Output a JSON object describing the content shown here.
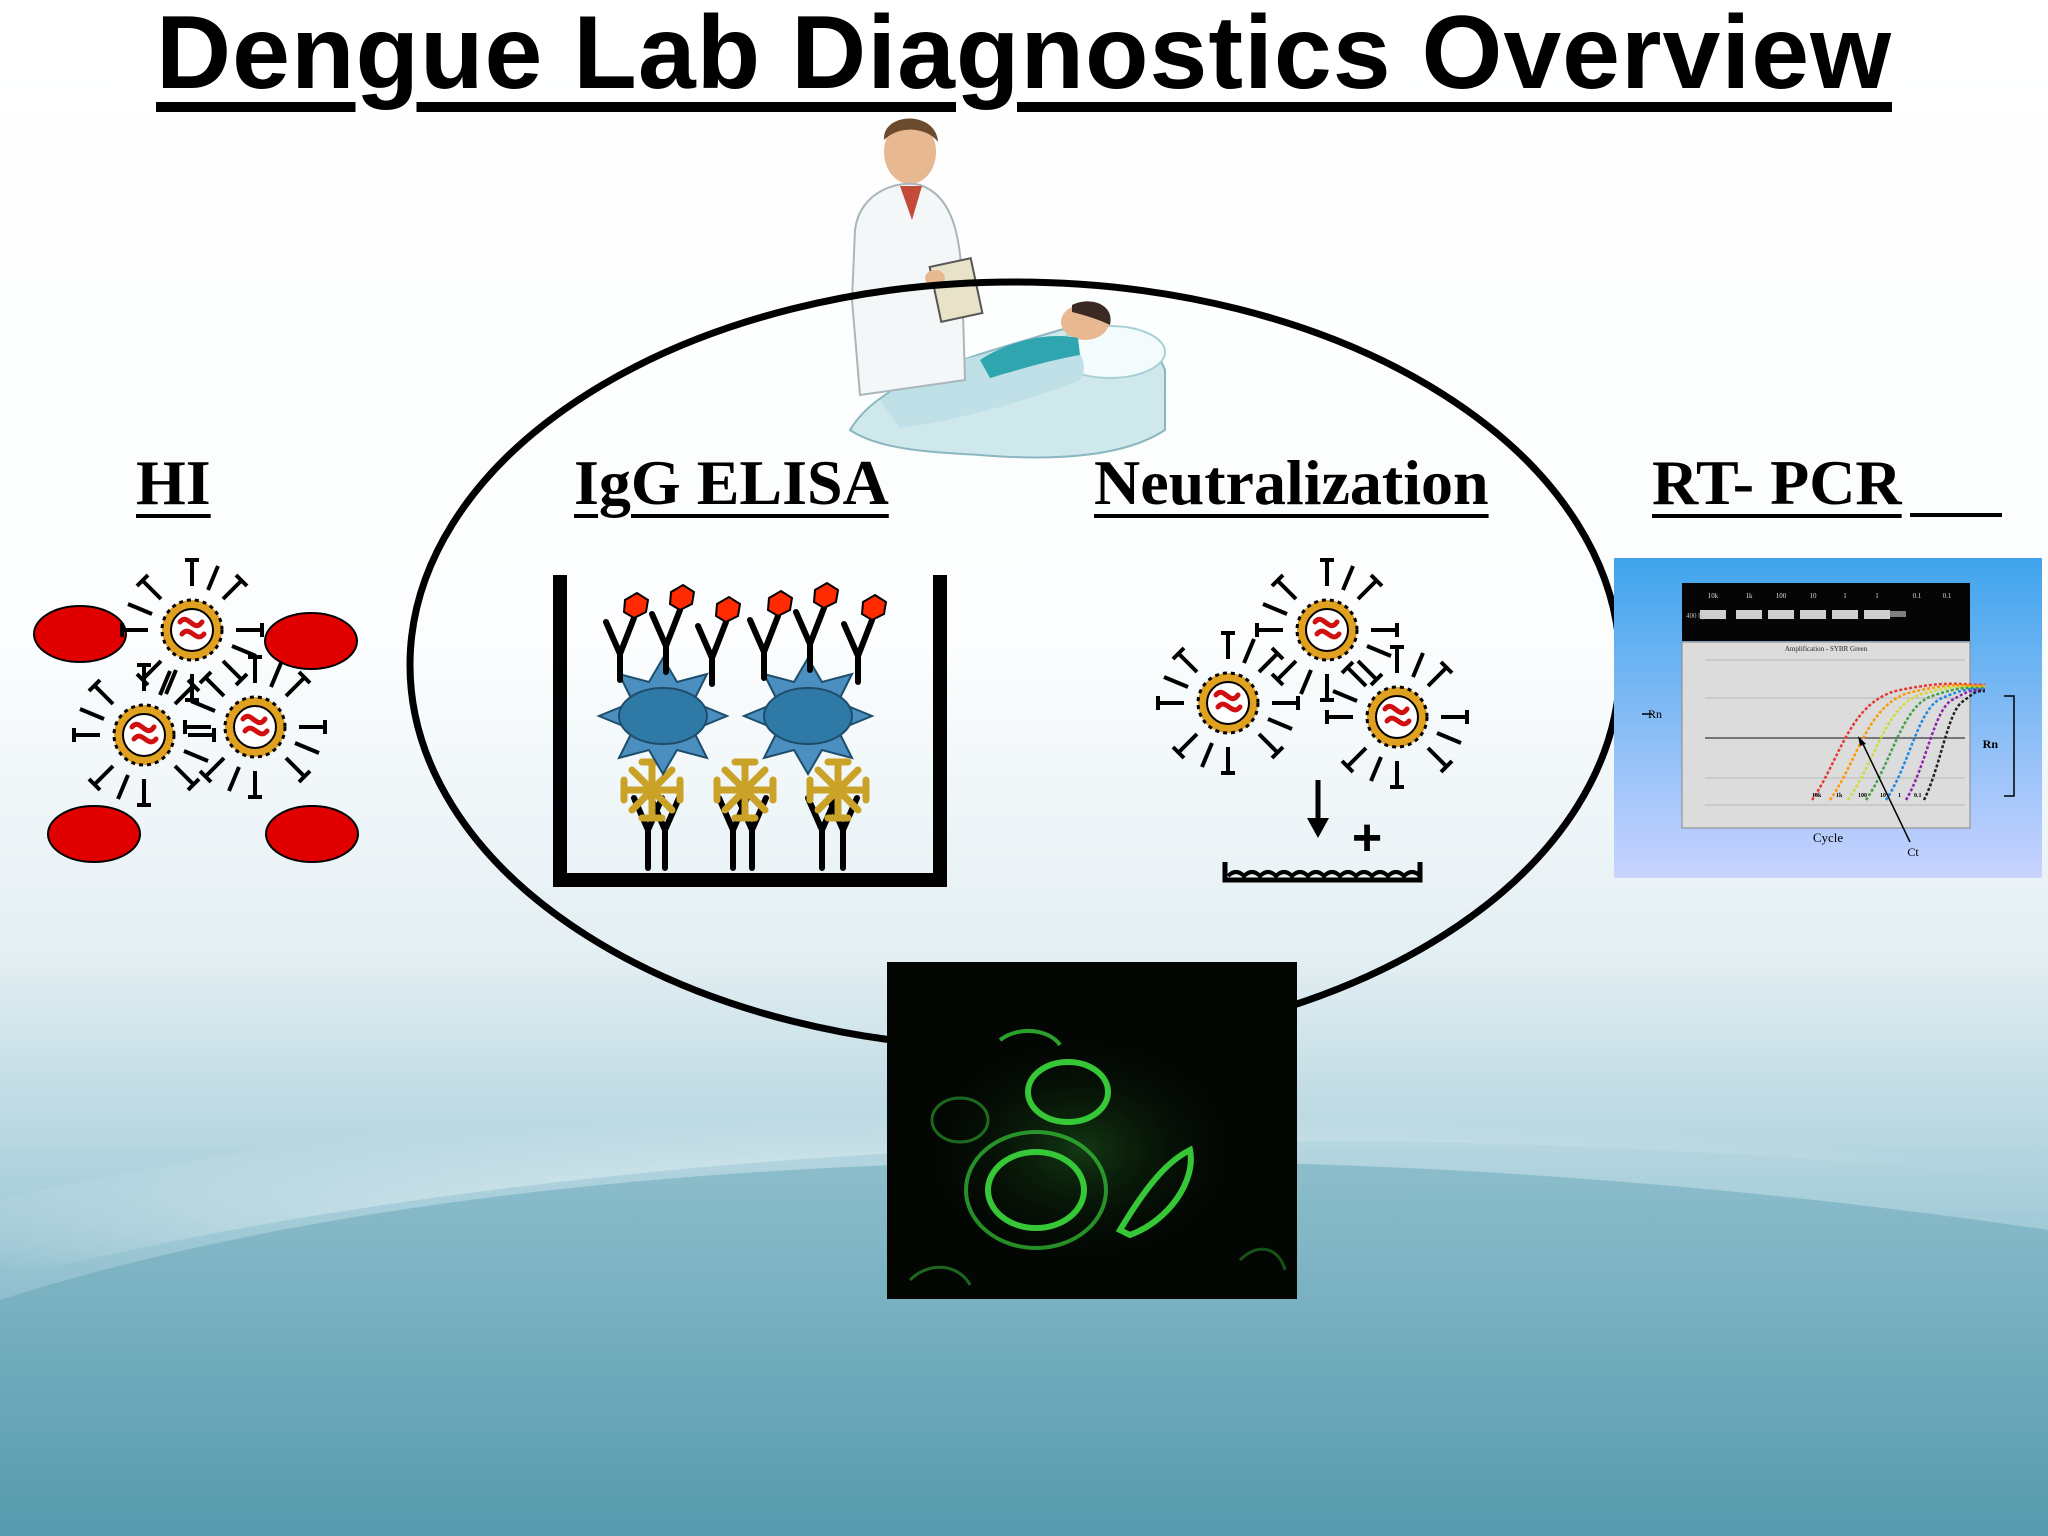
{
  "slide": {
    "title": "Dengue Lab Diagnostics Overview"
  },
  "methods": {
    "hi": "HI",
    "igg_elisa": "IgG ELISA",
    "neutralization": "Neutralization",
    "rt_pcr": "RT- PCR"
  },
  "neutralization_panel": {
    "plus_sign": "+"
  },
  "pcr_image": {
    "gel_lanes": [
      "10k",
      "1k",
      "100",
      "10",
      "1",
      "1",
      "0.1",
      "0.1"
    ],
    "gel_marker": "400 bp",
    "chart_title": "Amplification - SYBR Green",
    "y_label": "Rn",
    "y_label_right": "Rn",
    "x_label": "Cycle",
    "ct_label": "Ct",
    "curve_labels": [
      "10k",
      "1k",
      "100",
      "10",
      "1",
      "0.1"
    ],
    "curve_colors": [
      "#e53935",
      "#ff9800",
      "#cddc39",
      "#43a047",
      "#1e88e5",
      "#8e24aa",
      "#212121"
    ]
  },
  "colors": {
    "rbc": "#e00000",
    "virus_shell": "#e0a020",
    "virus_rna": "#d01010",
    "antigen": "#3a86b0",
    "capture_antibody": "#c9a227",
    "enzyme_tag": "#ff2a00",
    "fluorescence": "#39d23a"
  }
}
